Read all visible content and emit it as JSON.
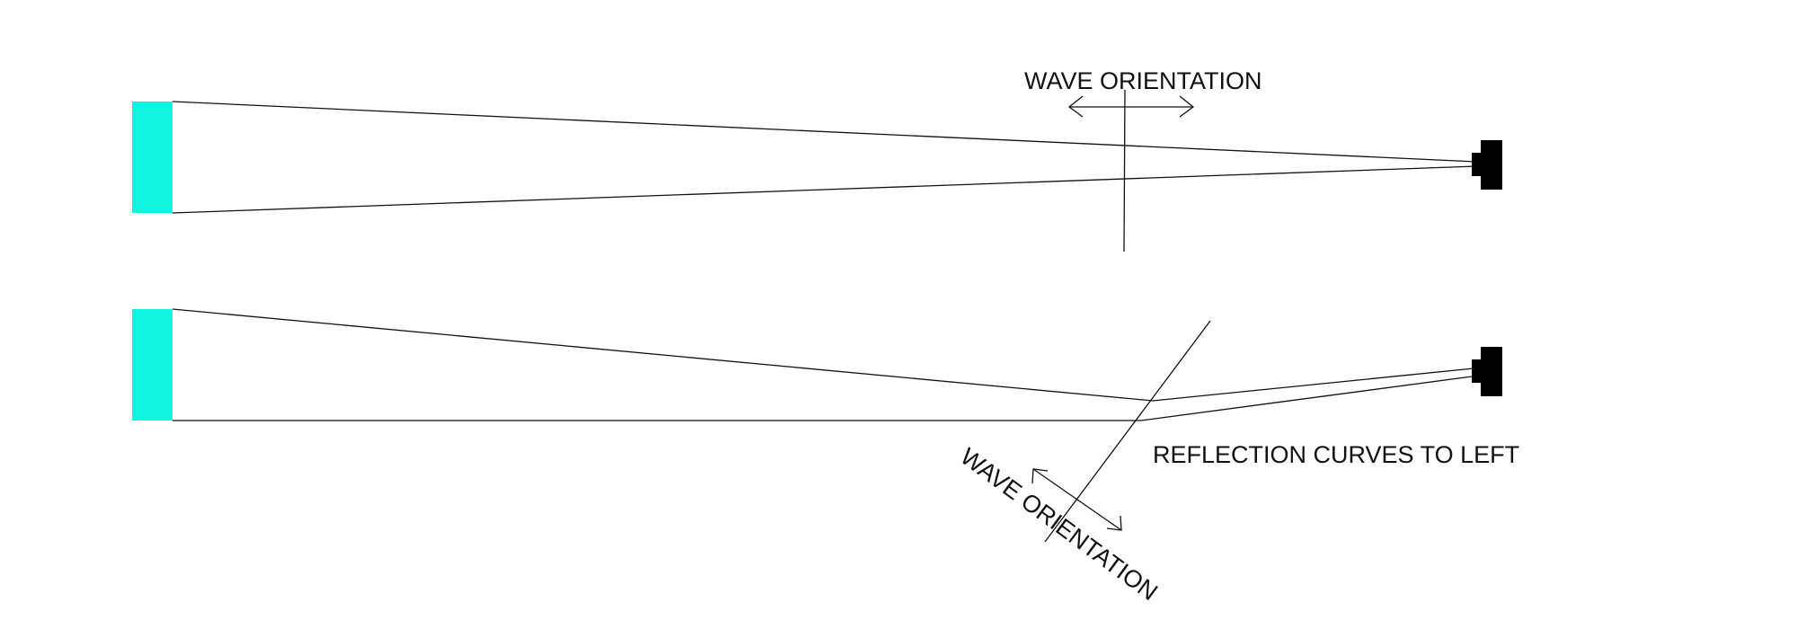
{
  "labels": {
    "top_wave_orientation": "WAVE ORIENTATION",
    "bottom_wave_orientation": "WAVE ORIENTATION",
    "reflection_note": "REFLECTION CURVES TO LEFT"
  },
  "colors": {
    "target_fill": "#0ff4e0",
    "camera_fill": "#000000",
    "line_stroke": "#111111",
    "background": "#ffffff"
  },
  "icons": {
    "target": "target-rectangle",
    "camera": "camera-icon",
    "arrow": "double-headed-arrow"
  }
}
